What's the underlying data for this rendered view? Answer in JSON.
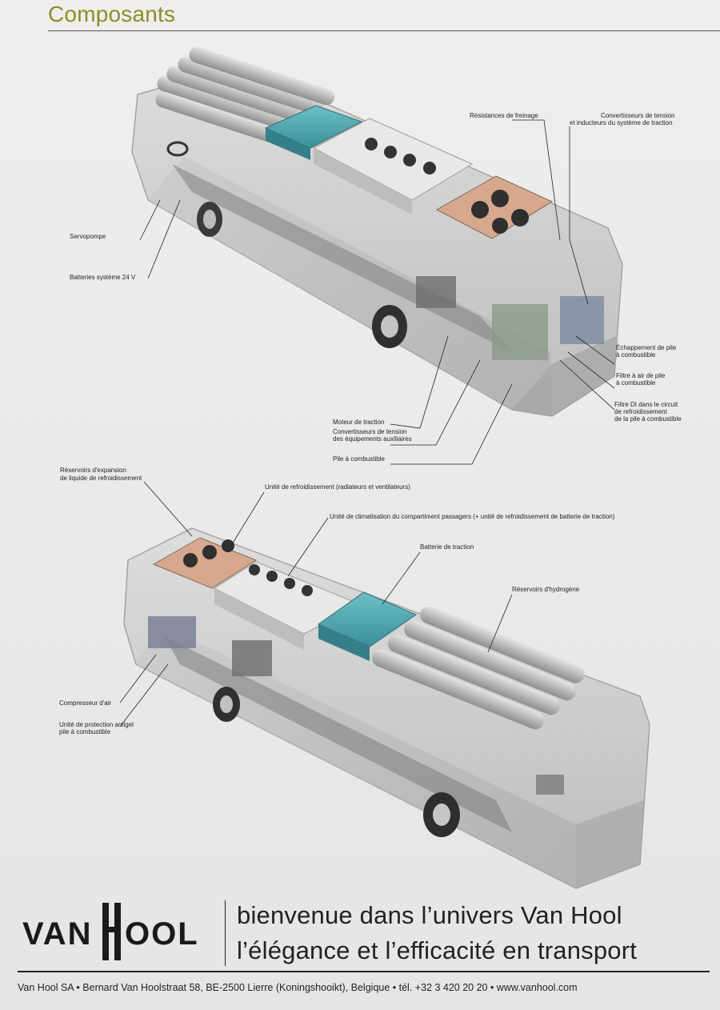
{
  "section_title": "Composants",
  "top_bus_labels": {
    "resistances": "Résistances de freinage",
    "convertisseurs_traction_1": "Convertisseurs de tension",
    "convertisseurs_traction_2": "et inducteurs du système de traction",
    "servopompe": "Servopompe",
    "batteries": "Batteries système 24 V",
    "echappement_1": "Échappement de pile",
    "echappement_2": "à combustible",
    "filtre_air_1": "Filtre à air de pile",
    "filtre_air_2": "à combustible",
    "filtre_di_1": "Filtre DI dans le circuit",
    "filtre_di_2": "de refroidissement",
    "filtre_di_3": "de la pile à combustible",
    "moteur": "Moteur de traction",
    "convertisseurs_aux_1": "Convertisseurs de tension",
    "convertisseurs_aux_2": "des équipements auxiliaires",
    "pile": "Pile à combustible"
  },
  "bottom_bus_labels": {
    "reservoirs_expansion_1": "Réservoirs d'expansion",
    "reservoirs_expansion_2": "de liquide de refroidissement",
    "unite_refroidissement": "Unité de refroidissement (radiateurs et ventilateurs)",
    "unite_climatisation": "Unité de climatisation du compartiment passagers (+ unité de refroidissement de batterie de traction)",
    "batterie_traction": "Batterie de traction",
    "reservoirs_hydrogene": "Réservoirs d'hydrogène",
    "compresseur": "Compresseur d'air",
    "protection_1": "Unité de protection antigel",
    "protection_2": "pile à combustible"
  },
  "footer": {
    "brand_left": "VAN",
    "brand_right": "OOL",
    "tagline_1": "bienvenue dans l’univers Van Hool",
    "tagline_2": "l’élégance et l’efficacité en transport",
    "address": "Van Hool SA • Bernard Van Hoolstraat 58, BE-2500 Lierre (Koningshooikt), Belgique • tél. +32 3 420 20 20 • www.vanhool.com"
  },
  "colors": {
    "title": "#8a8f2a",
    "battery": "#4ea6b0",
    "body_glass": "#cfd0cf",
    "text": "#222222"
  }
}
